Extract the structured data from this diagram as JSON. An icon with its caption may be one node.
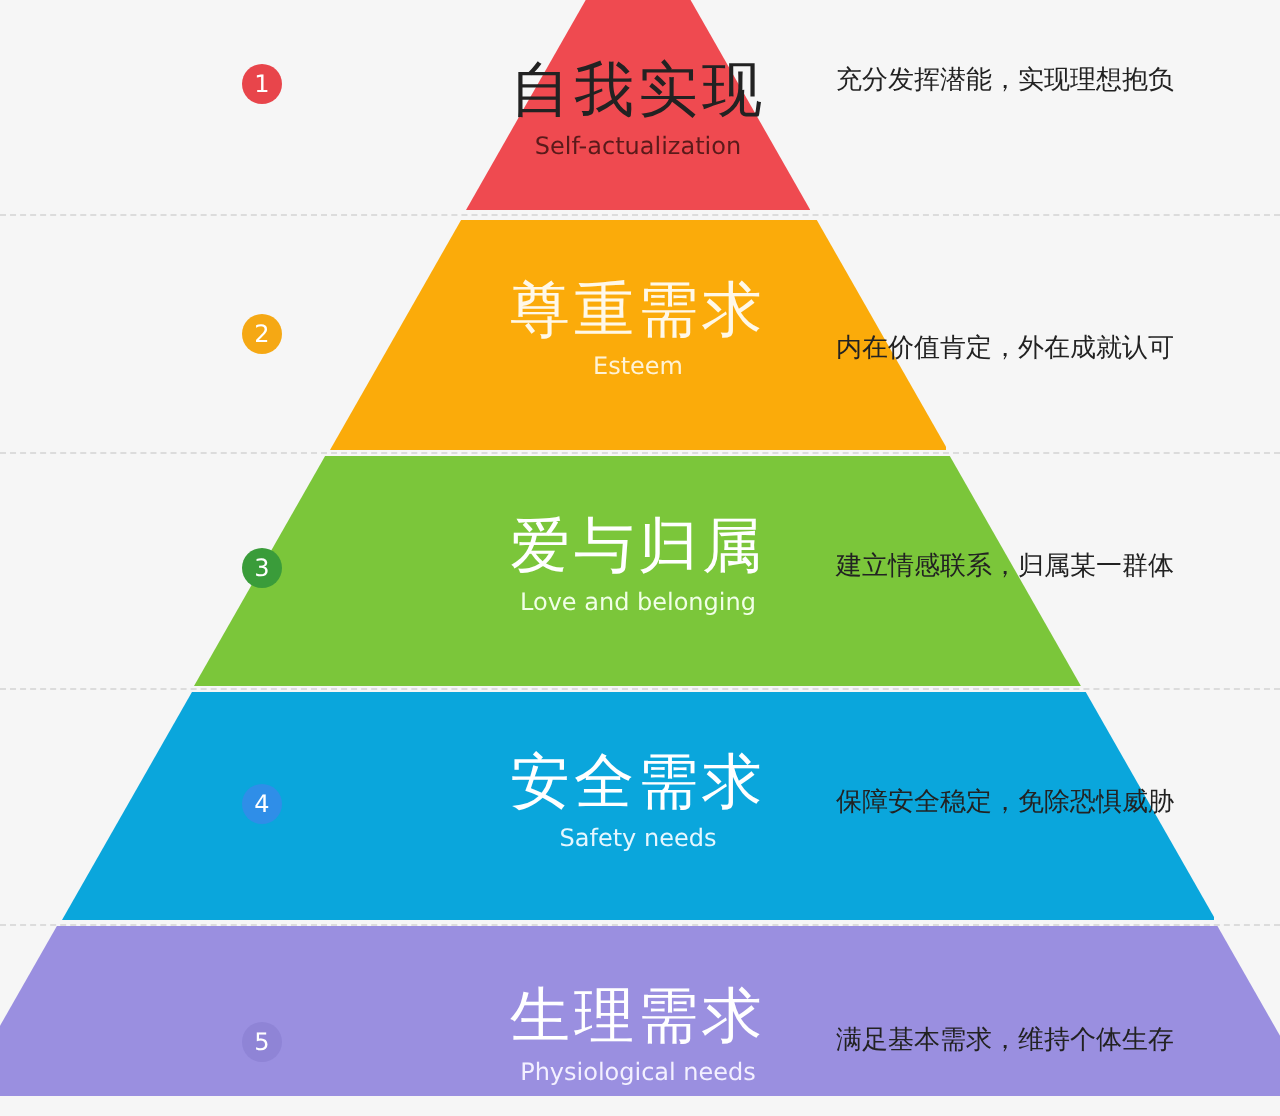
{
  "diagram": {
    "nodes": [
      {
        "text": [
          "1"
        ]
      },
      {
        "text": [
          "自我实现",
          "Self-actualization"
        ],
        "beside": [
          "充分发挥潜能，实现理想抱负"
        ]
      },
      {
        "text": [
          "2"
        ]
      },
      {
        "text": [
          "尊重需求",
          "Esteem"
        ],
        "beside": [
          "内在价值肯定，外在成就认可"
        ]
      },
      {
        "text": [
          "爱与归属",
          "Love and belonging",
          "建立情感联系，归属某一群体"
        ]
      },
      {
        "text": [
          "3"
        ],
        "in": 4
      },
      {
        "text": [
          "安全需求",
          "Safety needs",
          "保障安全稳定，免除恐惧威胁"
        ]
      },
      {
        "text": [
          "4"
        ],
        "in": 6
      },
      {
        "text": [
          "生理需求",
          "Physiological needs",
          "满足基本需求，维持个体生存"
        ]
      },
      {
        "text": [
          "5"
        ],
        "in": 8
      }
    ]
  }
}
